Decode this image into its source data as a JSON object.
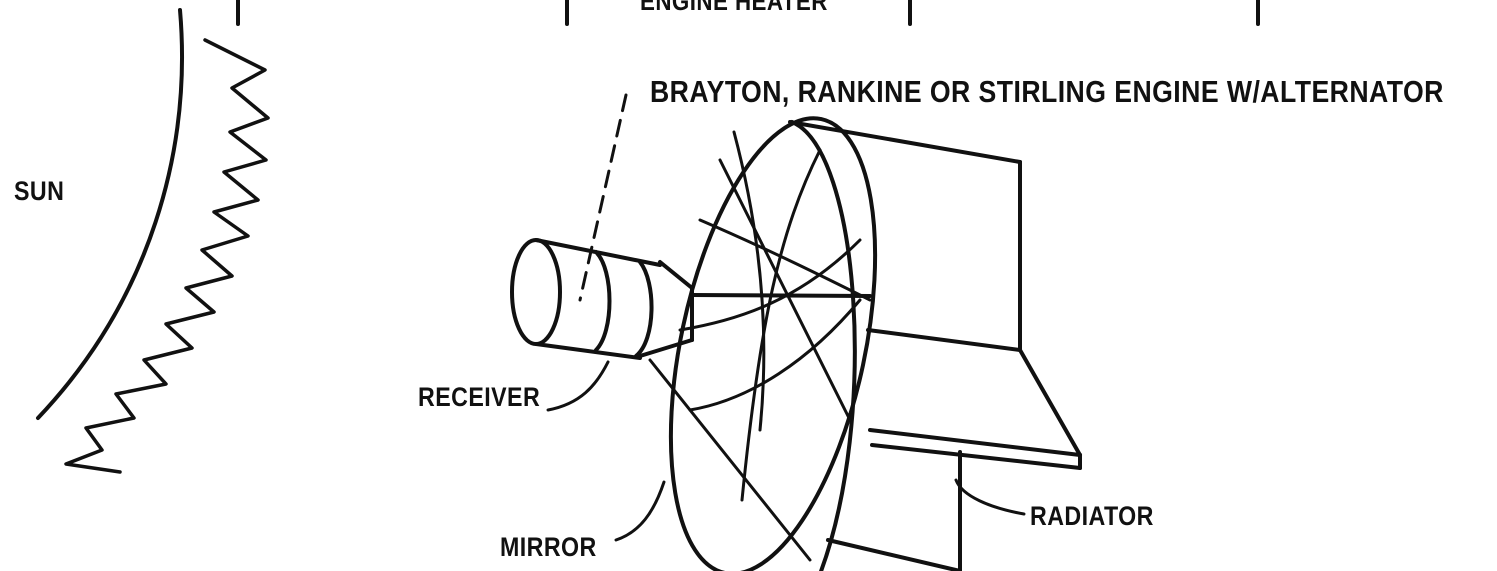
{
  "labels": {
    "sun": "SUN",
    "engine": "BRAYTON, RANKINE OR STIRLING ENGINE W/ALTERNATOR",
    "receiver": "RECEIVER",
    "mirror": "MIRROR",
    "radiator": "RADIATOR",
    "top_cut": "ENGINE HEATER"
  },
  "colors": {
    "ink": "#111111",
    "paper": "#ffffff"
  }
}
